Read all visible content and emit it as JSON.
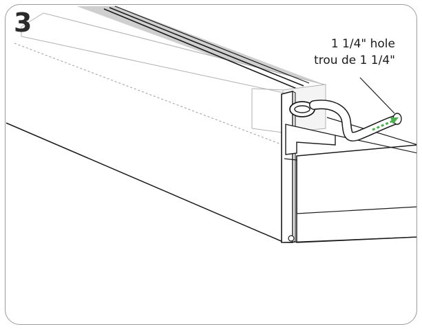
{
  "step": {
    "number": "3"
  },
  "callout": {
    "line1": "1 1/4\" hole",
    "line2": "trou de 1 1/4\""
  },
  "colors": {
    "frame": "#9a9a9a",
    "arrow": "#4caf50",
    "stroke": "#1a1a1a",
    "shadow": "#cfcfcf"
  }
}
